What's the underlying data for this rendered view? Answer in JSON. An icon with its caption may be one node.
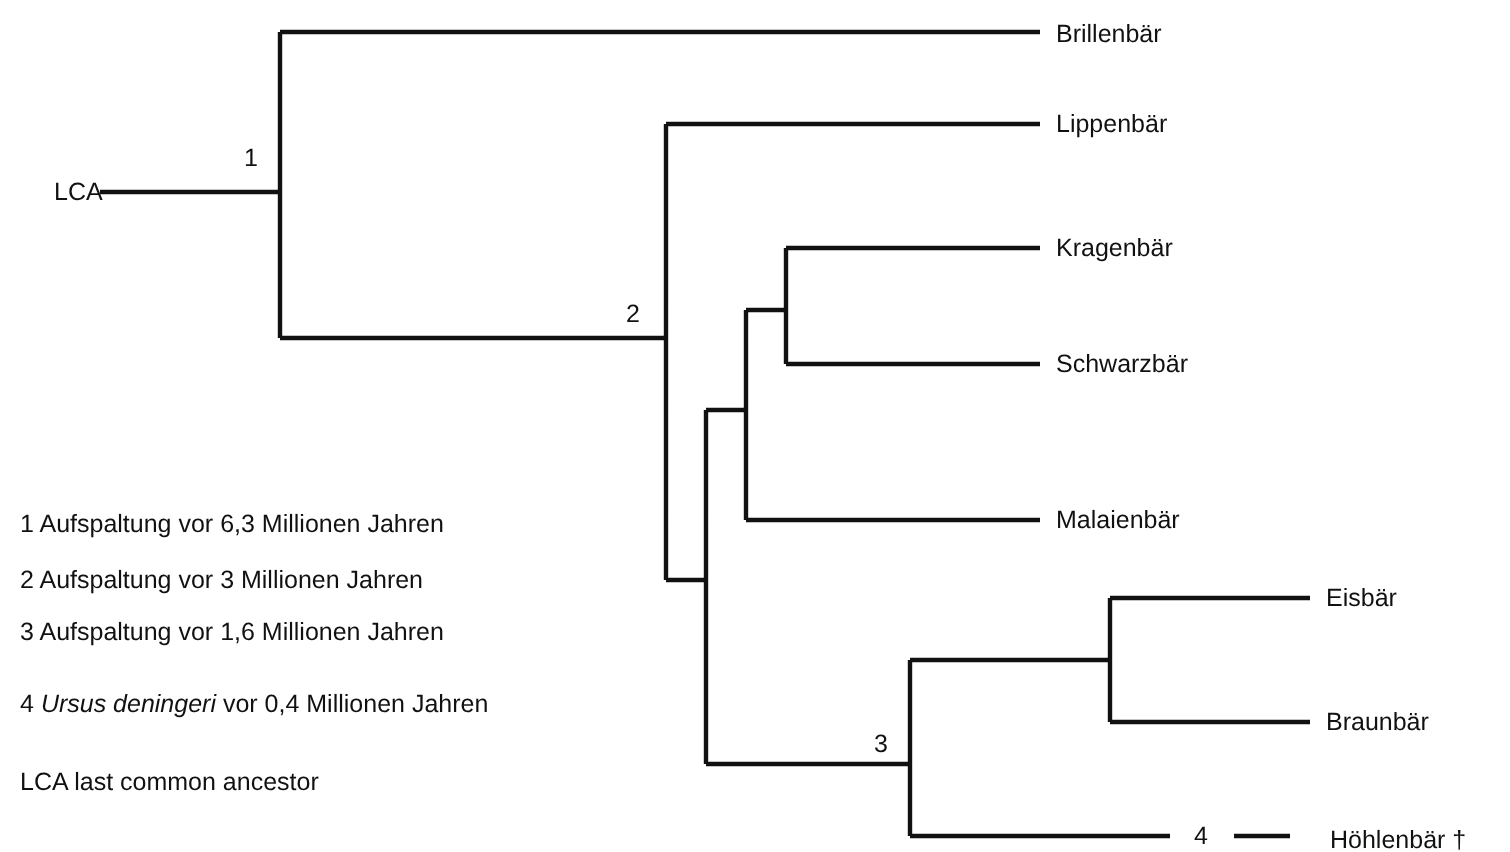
{
  "diagram": {
    "labels": [
      "LCA",
      "1",
      "2",
      "3",
      "4",
      "Brillenbär",
      "Lippenbär",
      "Kragenbär",
      "Schwarzbär",
      "Malaienbär",
      "Eisbär",
      "Braunbär",
      "Höhlenbär †",
      "1 Aufspaltung vor 6,3 Millionen Jahren",
      "2 Aufspaltung vor 3 Millionen Jahren",
      "3 Aufspaltung vor 1,6 Millionen Jahren",
      "4 *Ursus deningeri* vor 0,4 Millionen Jahren",
      "LCA last common ancestor"
    ]
  }
}
